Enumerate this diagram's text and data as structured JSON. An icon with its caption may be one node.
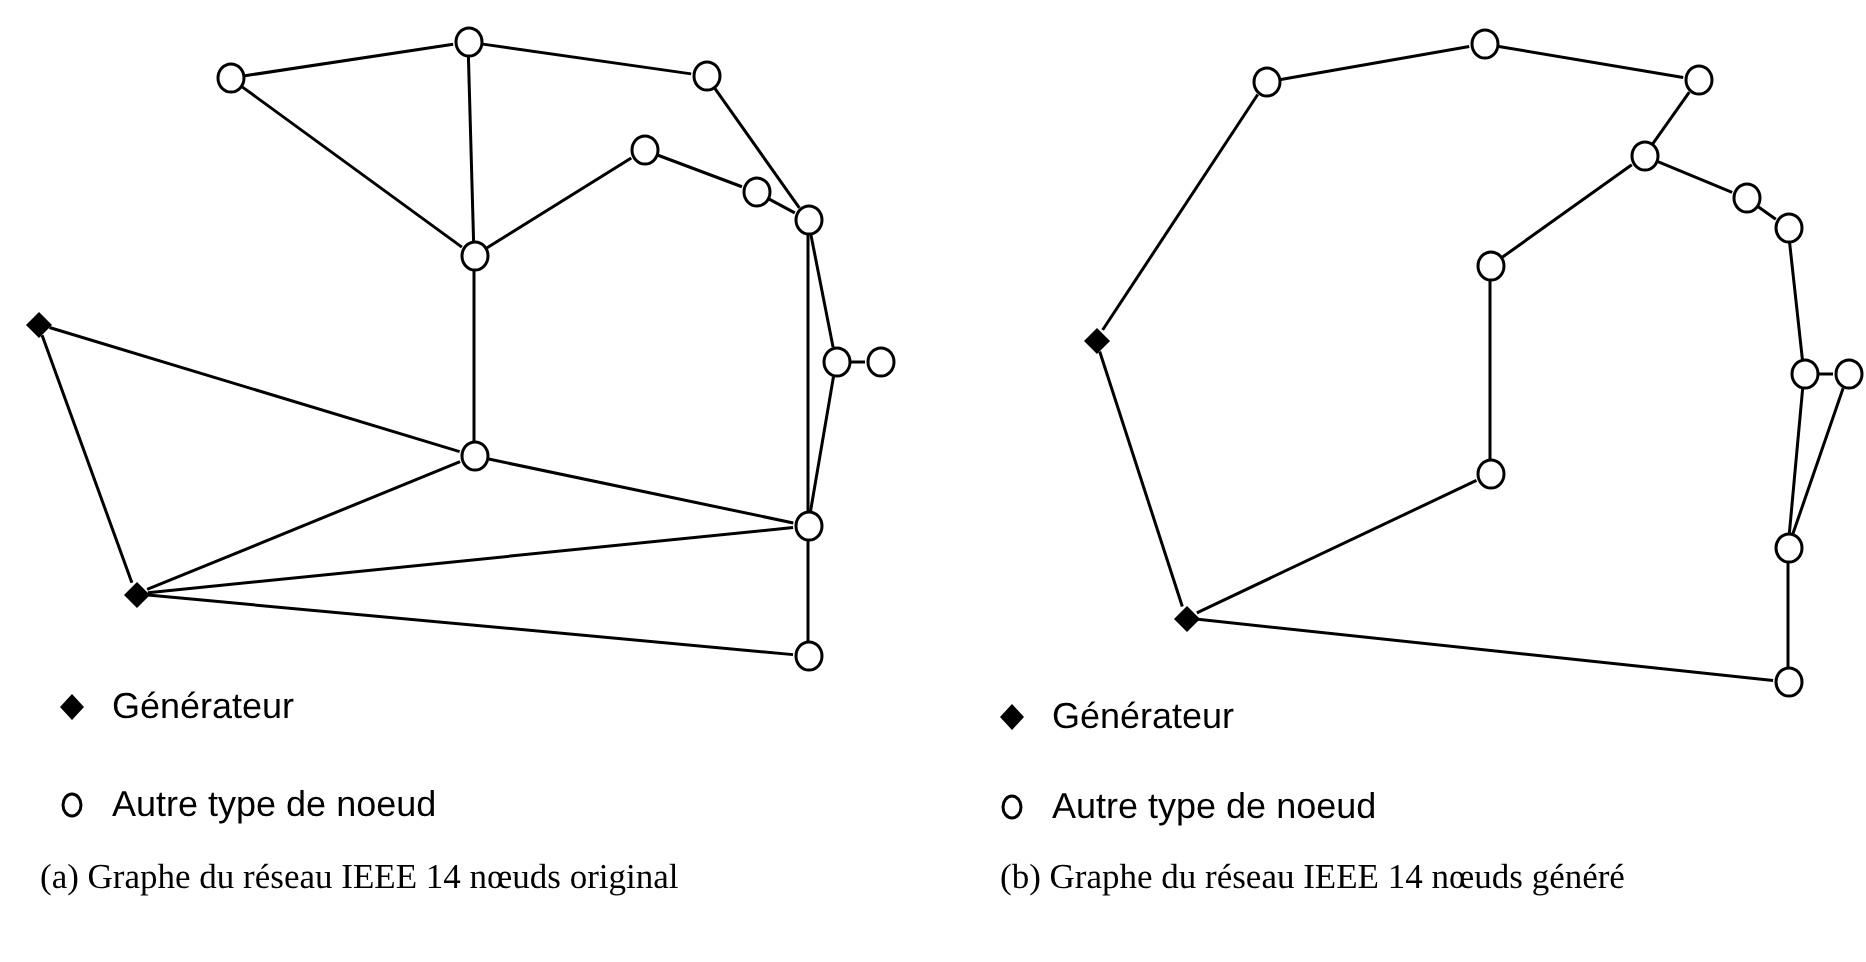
{
  "diagram": {
    "nodes": [
      {
        "text": [],
        "shape": "circle"
      },
      {
        "text": [],
        "shape": "circle"
      },
      {
        "text": [],
        "shape": "circle"
      },
      {
        "text": [],
        "shape": "circle"
      },
      {
        "text": [],
        "shape": "circle"
      },
      {
        "text": [],
        "shape": "circle"
      },
      {
        "text": [],
        "shape": "circle"
      },
      {
        "text": [],
        "shape": "diamond"
      },
      {
        "text": [],
        "shape": "circle"
      },
      {
        "text": [],
        "shape": "circle"
      },
      {
        "text": [],
        "shape": "circle"
      },
      {
        "text": [],
        "shape": "circle"
      },
      {
        "text": [],
        "shape": "diamond"
      },
      {
        "text": [],
        "shape": "circle"
      },
      {
        "text": [],
        "shape": "circle"
      },
      {
        "text": [],
        "shape": "circle"
      },
      {
        "text": [],
        "shape": "circle"
      },
      {
        "text": [],
        "shape": "circle"
      },
      {
        "text": [],
        "shape": "circle"
      },
      {
        "text": [],
        "shape": "circle"
      },
      {
        "text": [],
        "shape": "circle"
      },
      {
        "text": [],
        "shape": "diamond"
      },
      {
        "text": [],
        "shape": "circle"
      },
      {
        "text": [],
        "shape": "circle"
      },
      {
        "text": [],
        "shape": "circle"
      },
      {
        "text": [],
        "shape": "circle"
      },
      {
        "text": [],
        "shape": "diamond"
      },
      {
        "text": [],
        "shape": "circle"
      }
    ],
    "edges": [
      {
        "from": 0,
        "to": 1,
        "arrow": "none"
      },
      {
        "from": 1,
        "to": 2,
        "arrow": "none"
      },
      {
        "from": 1,
        "to": 6,
        "arrow": "none"
      },
      {
        "from": 0,
        "to": 6,
        "arrow": "none"
      },
      {
        "from": 2,
        "to": 5,
        "arrow": "none"
      },
      {
        "from": 6,
        "to": 3,
        "arrow": "none"
      },
      {
        "from": 3,
        "to": 4,
        "arrow": "none"
      },
      {
        "from": 4,
        "to": 5,
        "arrow": "none"
      },
      {
        "from": 5,
        "to": 11,
        "arrow": "none"
      },
      {
        "from": 5,
        "to": 8,
        "arrow": "none"
      },
      {
        "from": 8,
        "to": 9,
        "arrow": "none"
      },
      {
        "from": 8,
        "to": 11,
        "arrow": "none"
      },
      {
        "from": 7,
        "to": 10,
        "arrow": "none"
      },
      {
        "from": 7,
        "to": 12,
        "arrow": "none"
      },
      {
        "from": 10,
        "to": 6,
        "arrow": "none"
      },
      {
        "from": 10,
        "to": 11,
        "arrow": "none"
      },
      {
        "from": 12,
        "to": 10,
        "arrow": "none"
      },
      {
        "from": 12,
        "to": 11,
        "arrow": "none"
      },
      {
        "from": 12,
        "to": 13,
        "arrow": "none"
      },
      {
        "from": 11,
        "to": 13,
        "arrow": "none"
      },
      {
        "from": 21,
        "to": 14,
        "arrow": "none"
      },
      {
        "from": 14,
        "to": 15,
        "arrow": "none"
      },
      {
        "from": 15,
        "to": 16,
        "arrow": "none"
      },
      {
        "from": 16,
        "to": 17,
        "arrow": "none"
      },
      {
        "from": 17,
        "to": 20,
        "arrow": "none"
      },
      {
        "from": 17,
        "to": 18,
        "arrow": "none"
      },
      {
        "from": 18,
        "to": 19,
        "arrow": "none"
      },
      {
        "from": 19,
        "to": 22,
        "arrow": "none"
      },
      {
        "from": 22,
        "to": 23,
        "arrow": "none"
      },
      {
        "from": 22,
        "to": 25,
        "arrow": "none"
      },
      {
        "from": 23,
        "to": 25,
        "arrow": "none"
      },
      {
        "from": 20,
        "to": 24,
        "arrow": "none"
      },
      {
        "from": 24,
        "to": 26,
        "arrow": "none"
      },
      {
        "from": 21,
        "to": 26,
        "arrow": "none"
      },
      {
        "from": 26,
        "to": 27,
        "arrow": "none"
      },
      {
        "from": 25,
        "to": 27,
        "arrow": "none"
      }
    ],
    "labels": [
      "(a) Graphe du réseau IEEE 14 nœuds original",
      "(b) Graphe du réseau IEEE 14 nœuds généré"
    ],
    "legend": [
      {
        "text": "Générateur"
      },
      {
        "text": "Autre type de noeud"
      },
      {
        "text": "Générateur"
      },
      {
        "text": "Autre type de noeud"
      }
    ]
  }
}
